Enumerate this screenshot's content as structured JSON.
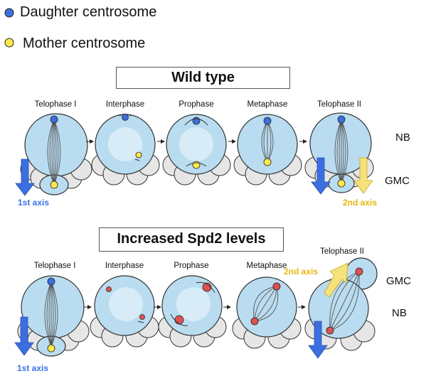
{
  "legend": {
    "daughter_label": "Daughter centrosome",
    "mother_label": "Mother centrosome",
    "daughter_color": "#3d6fdc",
    "mother_color": "#ffe94a"
  },
  "wild_type": {
    "title": "Wild type",
    "phases": [
      "Telophase I",
      "Interphase",
      "Prophase",
      "Metaphase",
      "Telophase II"
    ],
    "first_axis": "1st axis",
    "second_axis": "2nd axis",
    "nb_label": "NB",
    "gmc_label": "GMC"
  },
  "spd2": {
    "title": "Increased Spd2 levels",
    "phases": [
      "Telophase I",
      "Interphase",
      "Prophase",
      "Metaphase",
      "Telophase II"
    ],
    "first_axis": "1st axis",
    "second_axis": "2nd axis",
    "gmc_label": "GMC",
    "nb_label": "NB",
    "centrosome_color": "#e05050"
  },
  "colors": {
    "cell_fill": "#b9dcf0",
    "cell_stroke": "#333333",
    "gmc_fill": "#e6e6e6",
    "nucleus_fill": "#d8ecf8",
    "axis_blue": "#3b6fe0",
    "axis_yellow": "#f1d84a",
    "axis_blue_text": "#3a72e6",
    "axis_yellow_text": "#e8b80a"
  }
}
